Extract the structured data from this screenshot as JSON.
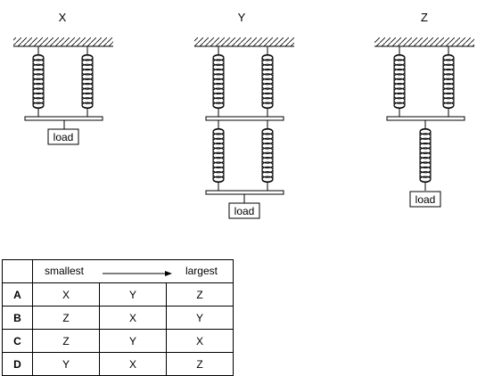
{
  "setups": {
    "x": {
      "label": "X",
      "load": "load"
    },
    "y": {
      "label": "Y",
      "load": "load"
    },
    "z": {
      "label": "Z",
      "load": "load"
    }
  },
  "table": {
    "header": {
      "smallest": "smallest",
      "largest": "largest"
    },
    "rows": [
      {
        "key": "A",
        "values": [
          "X",
          "Y",
          "Z"
        ]
      },
      {
        "key": "B",
        "values": [
          "Z",
          "X",
          "Y"
        ]
      },
      {
        "key": "C",
        "values": [
          "Z",
          "Y",
          "X"
        ]
      },
      {
        "key": "D",
        "values": [
          "Y",
          "X",
          "Z"
        ]
      }
    ]
  }
}
